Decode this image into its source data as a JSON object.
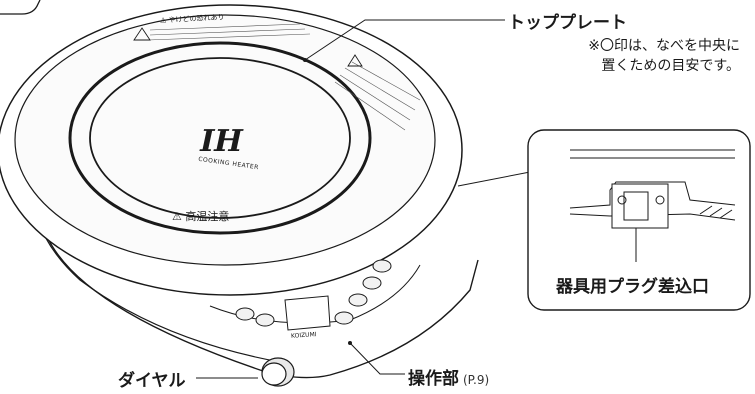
{
  "labels": {
    "top_plate": "トッププレート",
    "note_line1": "※〇印は、なべを中央に",
    "note_line2": "置くための目安です。",
    "plug_inlet": "器具用プラグ差込口",
    "dial": "ダイヤル",
    "control_panel": "操作部",
    "control_panel_ref": "(P.9)"
  },
  "plate": {
    "logo": "IH",
    "logo_sub": "COOKING HEATER",
    "caution": "⚠ 高温注意",
    "brand": "KOIZUMI",
    "warning_title": "⚠ やけどの恐れあり"
  },
  "colors": {
    "line": "#1a1a1a",
    "body_fill": "#ffffff",
    "plate_fill": "#f7f7f7",
    "callout_box_border": "#1a1a1a"
  }
}
